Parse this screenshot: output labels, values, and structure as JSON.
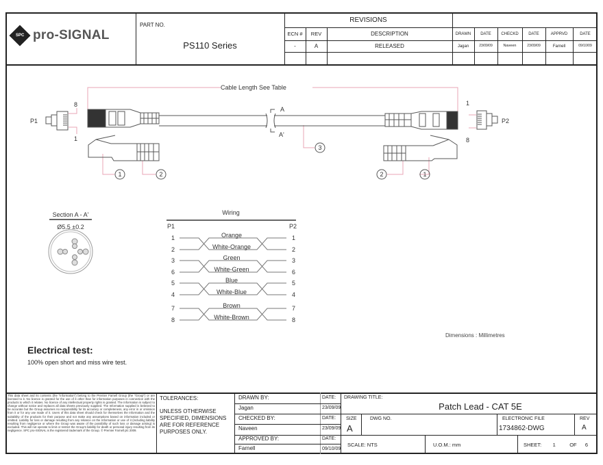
{
  "header": {
    "logo_text": "pro-SIGNAL",
    "logo_badge": "SPC",
    "part_no_label": "PART NO.",
    "part_no": "PS110 Series",
    "revisions_title": "REVISIONS",
    "rev_columns": [
      "ECN #",
      "REV",
      "DESCRIPTION"
    ],
    "rev_row": [
      "-",
      "A",
      "RELEASED"
    ],
    "signoff_columns": [
      "DRAWN",
      "DATE",
      "CHECKD",
      "DATE",
      "APPRVD",
      "DATE"
    ],
    "signoff_row": [
      "Jagan",
      "23/09/09",
      "Naveen",
      "23/09/09",
      "Farnell",
      "09/10/09"
    ]
  },
  "drawing": {
    "cable_length": "Cable Length See Table",
    "p1": "P1",
    "p2": "P2",
    "pin1": "1",
    "pin8": "8",
    "section_a": "A",
    "section_a_prime": "A'",
    "balloons": [
      "1",
      "2",
      "3"
    ],
    "section_title": "Section A - A'",
    "diameter": "Ø5.5 ±0.2",
    "wiring_title": "Wiring",
    "wiring": [
      {
        "pins": [
          "1",
          "2"
        ],
        "colors": [
          "Orange",
          "White-Orange"
        ]
      },
      {
        "pins": [
          "3",
          "6"
        ],
        "colors": [
          "Green",
          "White-Green"
        ]
      },
      {
        "pins": [
          "5",
          "4"
        ],
        "colors": [
          "Blue",
          "White-Blue"
        ]
      },
      {
        "pins": [
          "7",
          "8"
        ],
        "colors": [
          "Brown",
          "White-Brown"
        ]
      }
    ],
    "dimensions_note": "Dimensions : Millimetres",
    "test_title": "Electrical test:",
    "test_text": "100% open short and miss wire test."
  },
  "title_block": {
    "disclaimer": "This data sheet and its contents (the \"Information\") belong to the Premier Farnell Group (the \"Group\") or are licensed to it. No licence is granted for the use of it other than for information purposes in connection with the products to which it relates. No licence of any intellectual property rights is granted. The Information is subject to change without notice and replaces all data sheets previously supplied. The Information supplied is believed to be accurate but the Group assumes no responsibility for its accuracy or completeness, any error in or omission from it or for any use made of it. Users of this data sheet should check for themselves the Information and the suitability of the products for their purpose and not make any assumptions based on information included or omitted. Liability for loss or damage resulting from any reliance on the Information or use of it (including liability resulting from negligence or where the Group was aware of the possibility of such loss or damage arising) is excluded. This will not operate to limit or restrict the Group's liability for death or personal injury resulting from its negligence. SPC pro-SIGNAL is the registered trademark of the Group. © Premier Farnell plc 2009.",
    "tolerances_label": "TOLERANCES:",
    "tolerances_text": "UNLESS OTHERWISE SPECIFIED, DIMENSIONS ARE FOR REFERENCE PURPOSES ONLY.",
    "drawn_by_label": "DRAWN BY:",
    "drawn_by": "Jagan",
    "checked_by_label": "CHECKED BY:",
    "checked_by": "Naveen",
    "approved_by_label": "APPROVED BY:",
    "approved_by": "Farnell",
    "date_label": "DATE:",
    "dates": [
      "23/09/09",
      "23/09/09",
      "09/10/09"
    ],
    "drawing_title_label": "DRAWING TITLE:",
    "drawing_title": "Patch Lead - CAT 5E",
    "size_label": "SIZE",
    "size": "A",
    "dwg_no_label": "DWG NO.",
    "electronic_file_label": "ELECTRONIC FILE",
    "electronic_file": "1734862-DWG",
    "rev_label": "REV",
    "rev": "A",
    "scale": "SCALE: NTS",
    "uom": "U.O.M.: mm",
    "sheet_label": "SHEET:",
    "sheet": "1",
    "of_label": "OF",
    "sheet_total": "6"
  },
  "colors": {
    "leader": "#e8a4b4",
    "line": "#222"
  }
}
